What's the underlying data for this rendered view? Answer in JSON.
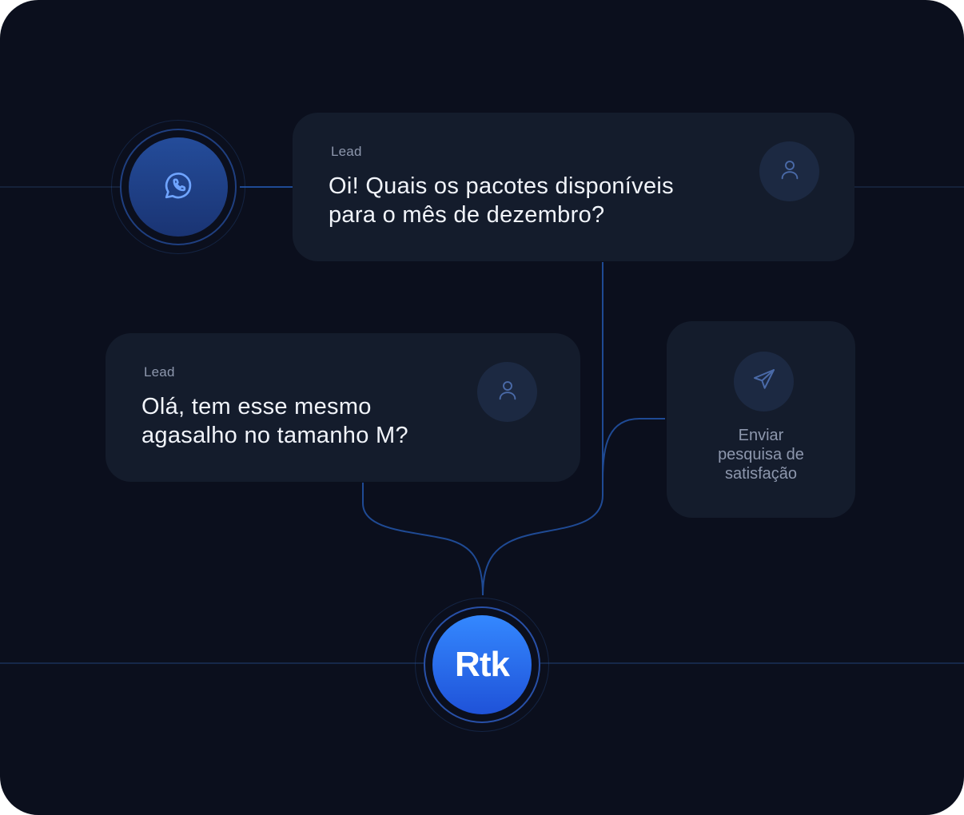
{
  "whatsapp_node": {
    "icon": "whatsapp-icon"
  },
  "messages": [
    {
      "sender_label": "Lead",
      "line1": "Oi! Quais os pacotes disponíveis",
      "line2": "para o mês de dezembro?",
      "avatar_icon": "user-icon"
    },
    {
      "sender_label": "Lead",
      "line1": "Olá, tem esse mesmo",
      "line2": "agasalho no tamanho M?",
      "avatar_icon": "user-icon"
    }
  ],
  "action_card": {
    "icon": "send-icon",
    "line1": "Enviar",
    "line2": "pesquisa de",
    "line3": "satisfação"
  },
  "hub_node": {
    "label": "Rtk"
  },
  "colors": {
    "background": "#0b0f1d",
    "card": "#141c2c",
    "connector": "#1f4a94",
    "accent": "#3488ff"
  }
}
